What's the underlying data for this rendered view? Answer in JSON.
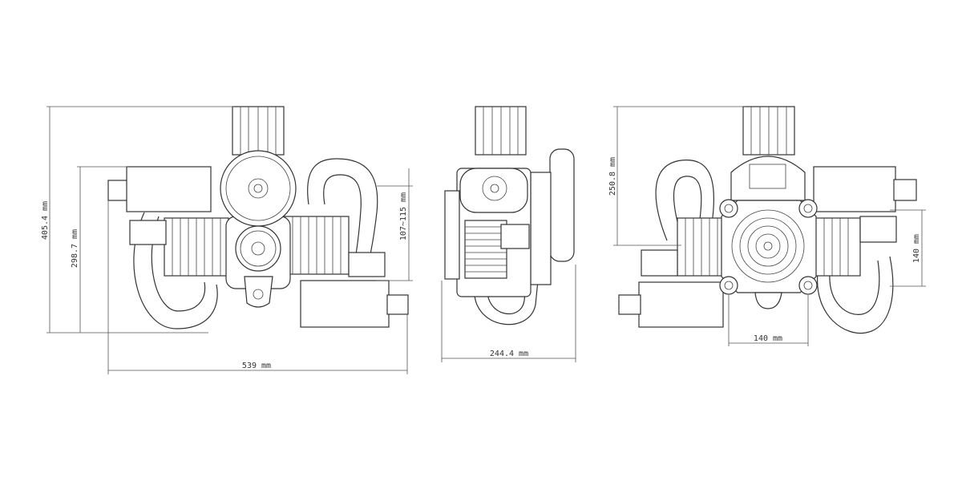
{
  "dimensions": {
    "front_total_height": "405.4",
    "front_body_height": "298.7",
    "front_exhaust_range": "107~115",
    "front_width": "539",
    "side_width": "244.4",
    "rear_height": "250.8",
    "rear_right_height": "140",
    "rear_bottom_width": "140",
    "unit": "mm"
  }
}
